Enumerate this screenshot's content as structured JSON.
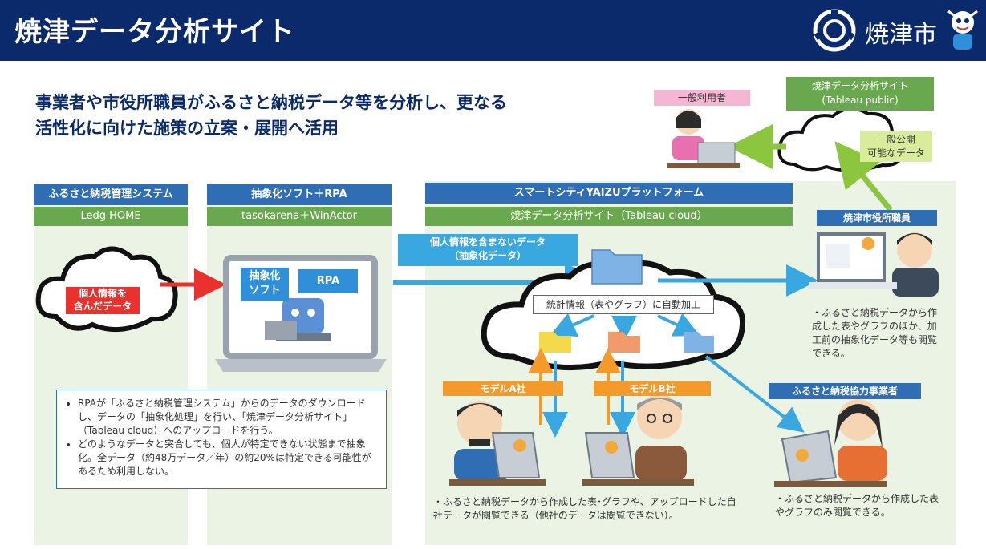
{
  "header": {
    "title": "焼津データ分析サイト",
    "city_name": "焼津市"
  },
  "headline": {
    "line1": "事業者や市役所職員がふるさと納税データ等を分析し、更なる",
    "line2": "活性化に向けた施策の立案・展開へ活用"
  },
  "sections": {
    "furusato": {
      "title": "ふるさと納税管理システム",
      "subtitle": "Ledg HOME",
      "cloud_label_1": "個人情報を",
      "cloud_label_2": "含んだデータ"
    },
    "rpa": {
      "title": "抽象化ソフト＋RPA",
      "subtitle": "tasokarena＋WinActor",
      "soft_label_1": "抽象化",
      "soft_label_2": "ソフト",
      "rpa_label": "RPA"
    },
    "smartcity": {
      "title": "スマートシティYAIZUプラットフォーム",
      "subtitle": "焼津データ分析サイト（Tableau cloud）"
    }
  },
  "callout": {
    "line1": "個人情報を含まないデータ",
    "line2": "（抽象化データ）"
  },
  "stats_box": "統計情報（表やグラフ）に自動加工",
  "public": {
    "user_label": "一般利用者",
    "site_line1": "焼津データ分析サイト",
    "site_line2": "(Tableau public)",
    "data_line1": "一般公開",
    "data_line2": "可能なデータ"
  },
  "staff": {
    "label": "焼津市役所職員",
    "note": "・ふるさと納税データから作成した表やグラフのほか、加工前の抽象化データ等も閲覧できる。"
  },
  "partner": {
    "label": "ふるさと納税協力事業者",
    "note": "・ふるさと納税データから作成した表やグラフのみ閲覧できる。"
  },
  "models": {
    "a_label": "モデルA社",
    "b_label": "モデルB社",
    "note": "・ふるさと納税データから作成した表･グラフや、アップロードした自社データが閲覧できる（他社のデータは閲覧できない）。"
  },
  "rpa_notes": [
    "RPAが「ふるさと納税管理システム」からのデータのダウンロードし、データの「抽象化処理」を行い、「焼津データ分析サイト」（Tableau cloud）へのアップロードを行う。",
    "どのようなデータと突合しても、個人が特定できない状態まで抽象化。全データ（約48万データ／年）の約20%は特定できる可能性があるため利用しない。"
  ],
  "colors": {
    "header_bg": "#0b2a6b",
    "panel_bg": "#eaf3e4",
    "section_blue": "#2f6db4",
    "section_green": "#6aa84f",
    "arrow_blue": "#3aa8e0",
    "arrow_red": "#e9322e",
    "arrow_green": "#8cc63f",
    "arrow_orange": "#f39a2b"
  }
}
